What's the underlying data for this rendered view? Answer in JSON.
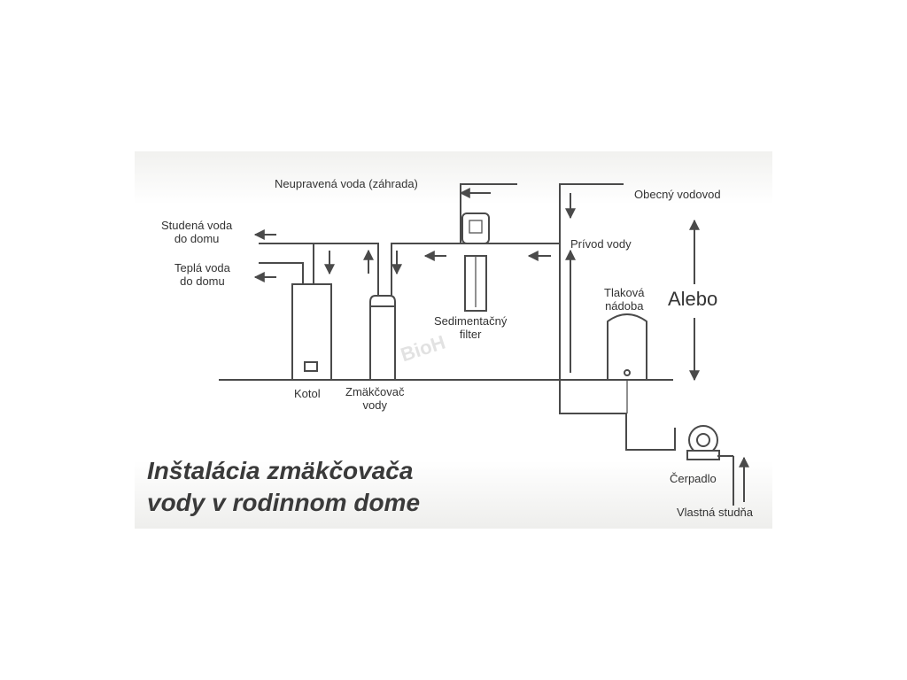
{
  "labels": {
    "neupravena": "Neupravená voda (záhrada)",
    "obecny": "Obecný vodovod",
    "studena": "Studená voda\ndo domu",
    "tepla": "Teplá voda\ndo domu",
    "privod": "Prívod vody",
    "sedimentacny": "Sedimentačný\nfilter",
    "tlakova": "Tlaková\nnádoba",
    "alebo": "Alebo",
    "kotol": "Kotol",
    "zmakcovac": "Zmäkčovač\nvody",
    "cerpadlo": "Čerpadlo",
    "studna": "Vlastná studňa"
  },
  "title": {
    "line1": "Inštalácia zmäkčovača",
    "line2": "vody v rodinnom dome"
  },
  "watermark": "BioH",
  "colors": {
    "line": "#4a4a4a",
    "text": "#333333",
    "title": "#3a3a3a"
  }
}
